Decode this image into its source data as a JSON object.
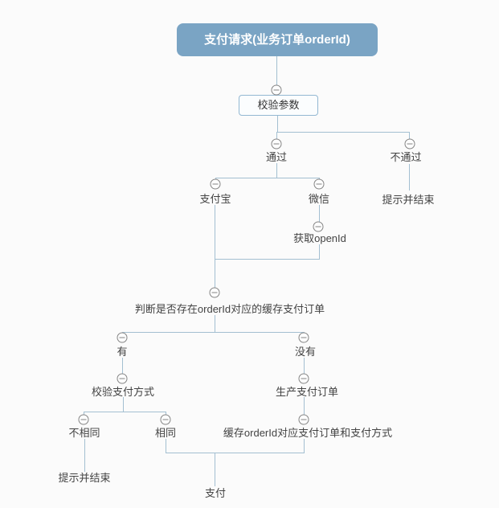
{
  "page": {
    "background": "#fbfbfb",
    "accent_color": "#7aa4c4",
    "connector_color": "#a3bfd1",
    "collapse_icon": "minus-circle-icon"
  },
  "flowchart": {
    "root": "支付请求(业务订单orderId)",
    "check_params": "校验参数",
    "pass": "通过",
    "no_pass": "不通过",
    "no_pass_end": "提示并结束",
    "alipay": "支付宝",
    "wechat": "微信",
    "get_openid": "获取openId",
    "judge_cached_order": "判断是否存在orderId对应的缓存支付订单",
    "yes": "有",
    "no": "没有",
    "verify_pay_method": "校验支付方式",
    "not_same": "不相同",
    "same": "相同",
    "not_same_end": "提示并结束",
    "create_pay_order": "生产支付订单",
    "cache_order": "缓存orderId对应支付订单和支付方式",
    "pay": "支付"
  }
}
